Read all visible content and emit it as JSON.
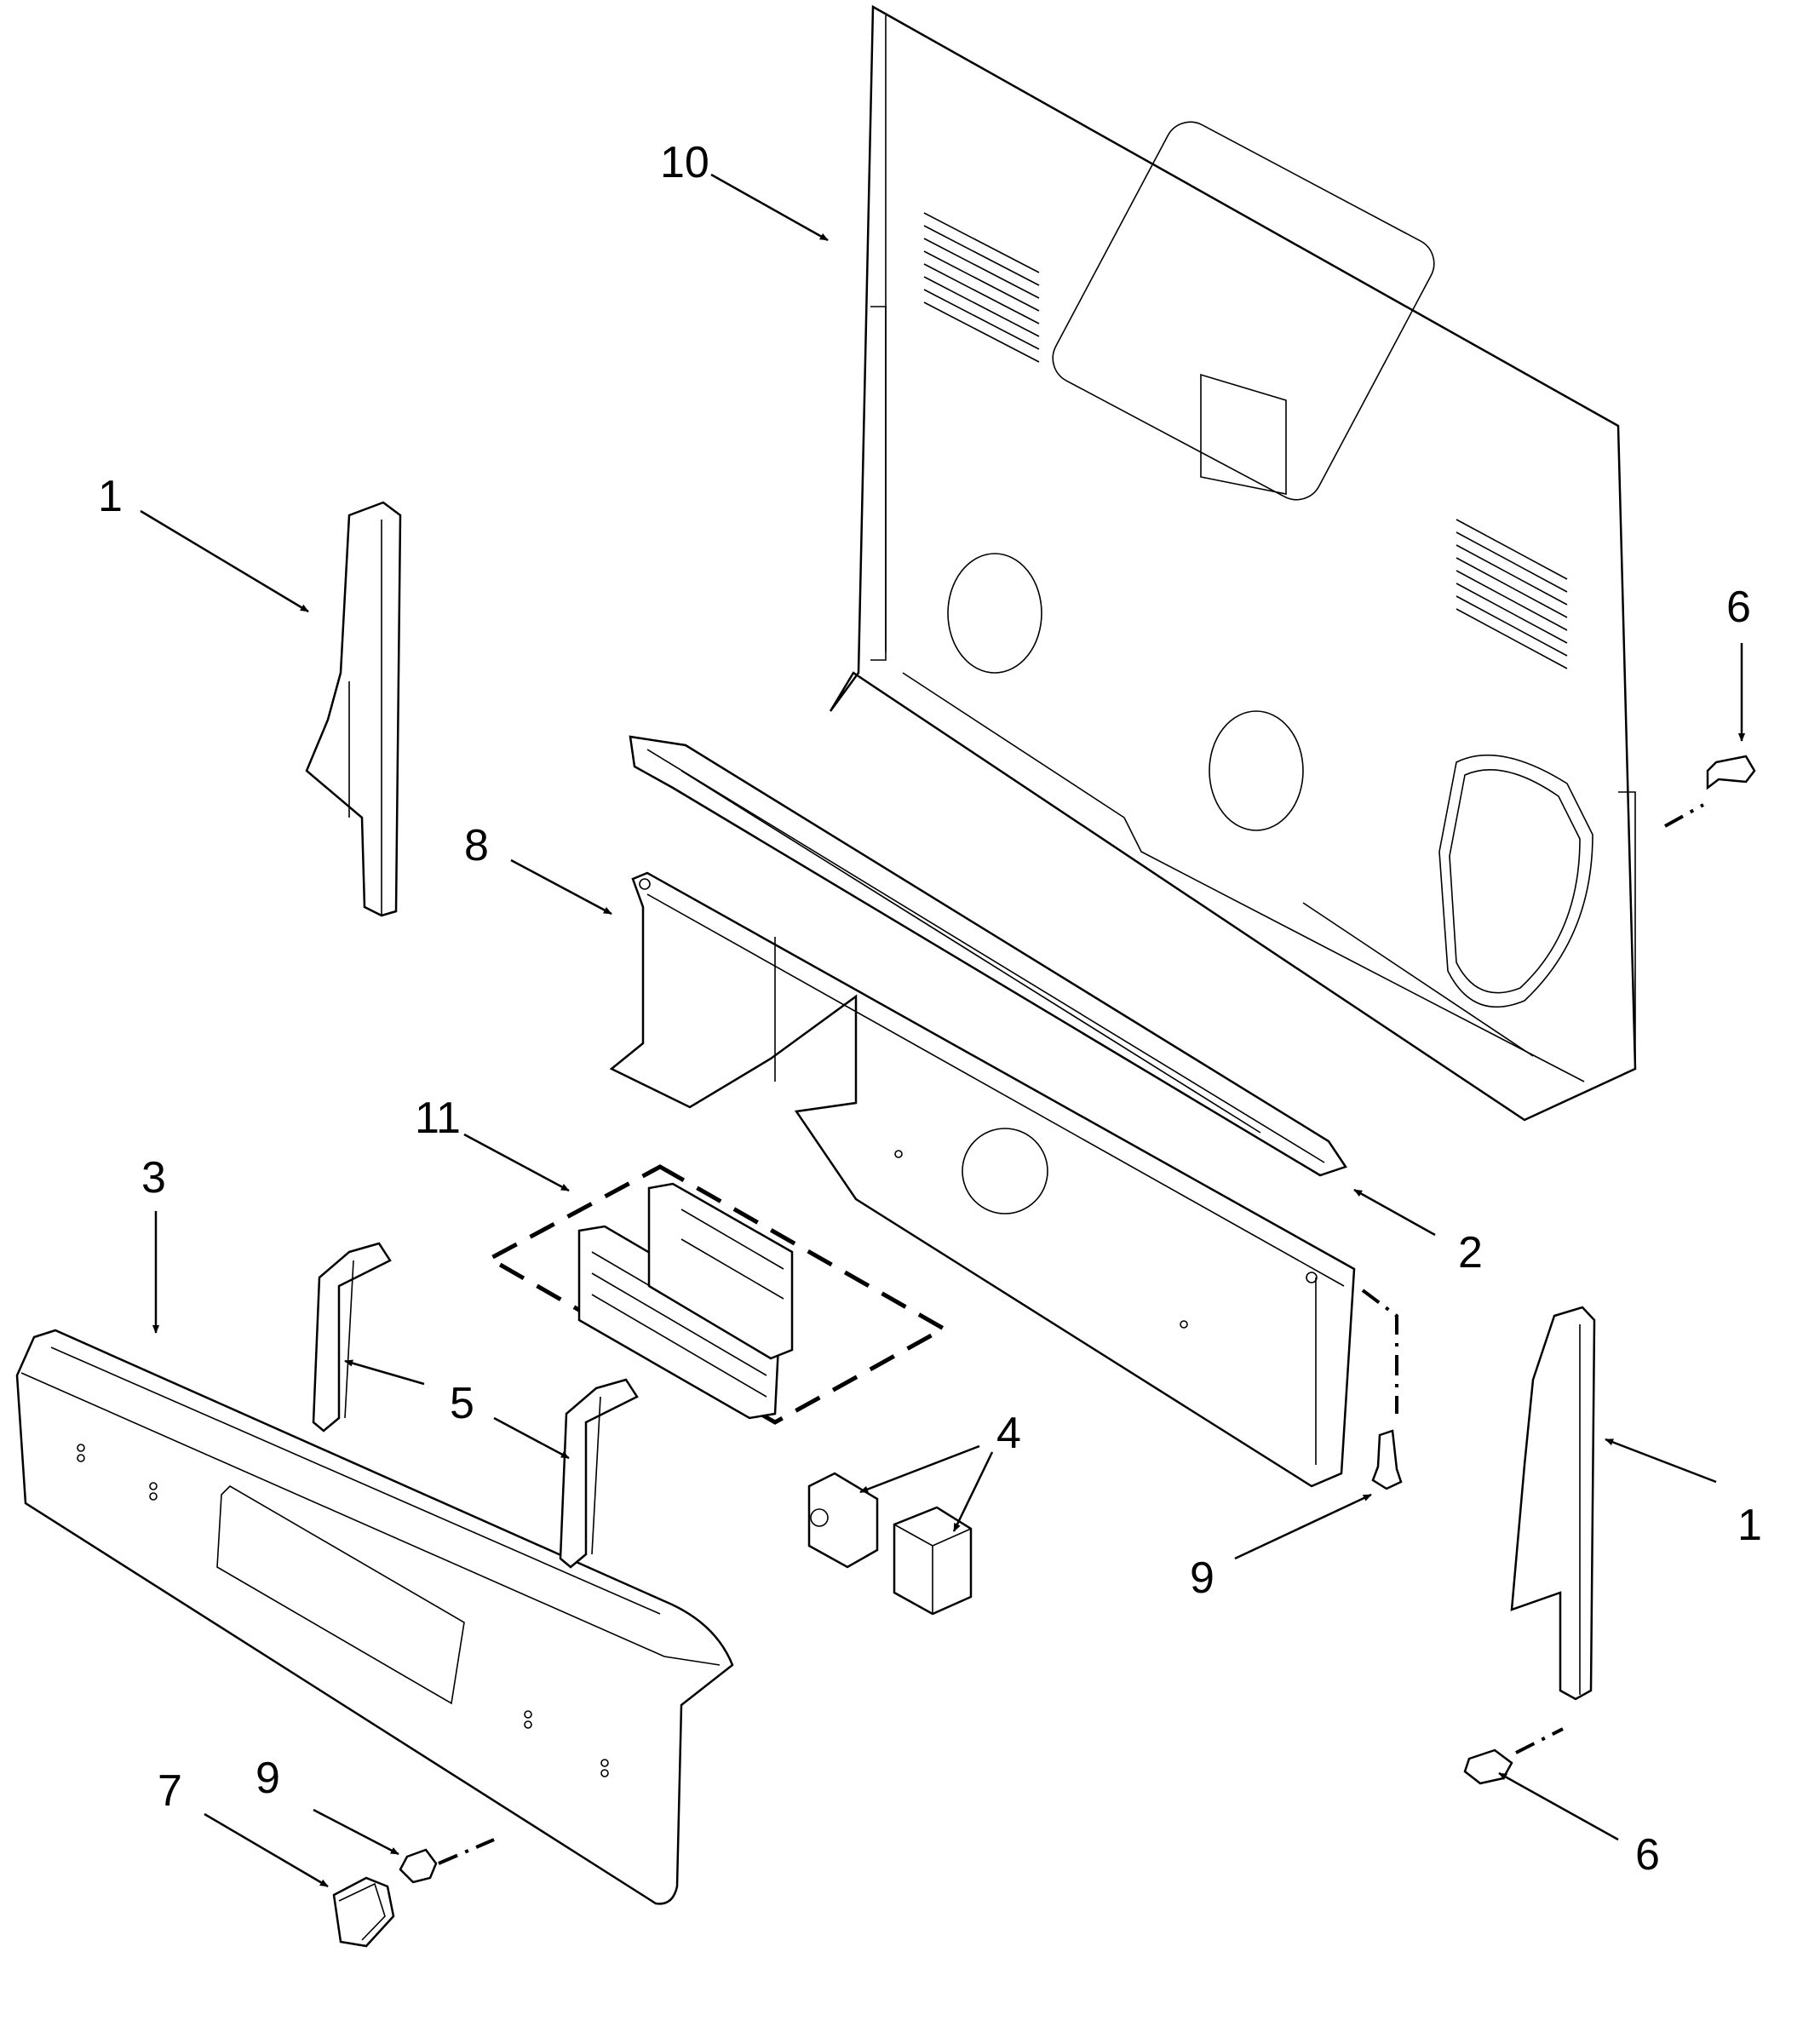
{
  "callouts": [
    {
      "id": "c10a",
      "text": "10"
    },
    {
      "id": "c1a",
      "text": "1"
    },
    {
      "id": "c6a",
      "text": "6"
    },
    {
      "id": "c8",
      "text": "8"
    },
    {
      "id": "c11",
      "text": "11"
    },
    {
      "id": "c3",
      "text": "3"
    },
    {
      "id": "c2",
      "text": "2"
    },
    {
      "id": "c5",
      "text": "5"
    },
    {
      "id": "c4",
      "text": "4"
    },
    {
      "id": "c1b",
      "text": "1"
    },
    {
      "id": "c9a",
      "text": "9"
    },
    {
      "id": "c9b",
      "text": "9"
    },
    {
      "id": "c7",
      "text": "7"
    },
    {
      "id": "c6b",
      "text": "6"
    }
  ]
}
